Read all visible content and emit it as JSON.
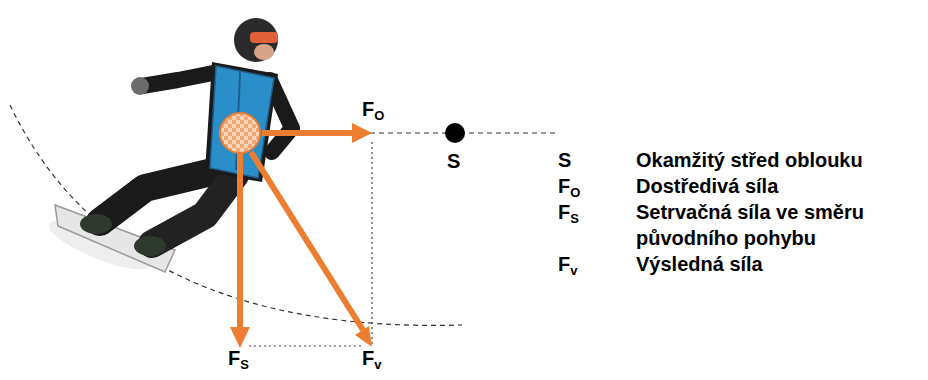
{
  "diagram": {
    "labels": [
      "FO",
      "S",
      "FS",
      "Fv",
      "S",
      "Okamžitý střed oblouku",
      "FO",
      "Dostředivá síla",
      "FS",
      "Setrvačná síla ve směru původního pohybu",
      "Fv",
      "Výsledná síla"
    ]
  }
}
